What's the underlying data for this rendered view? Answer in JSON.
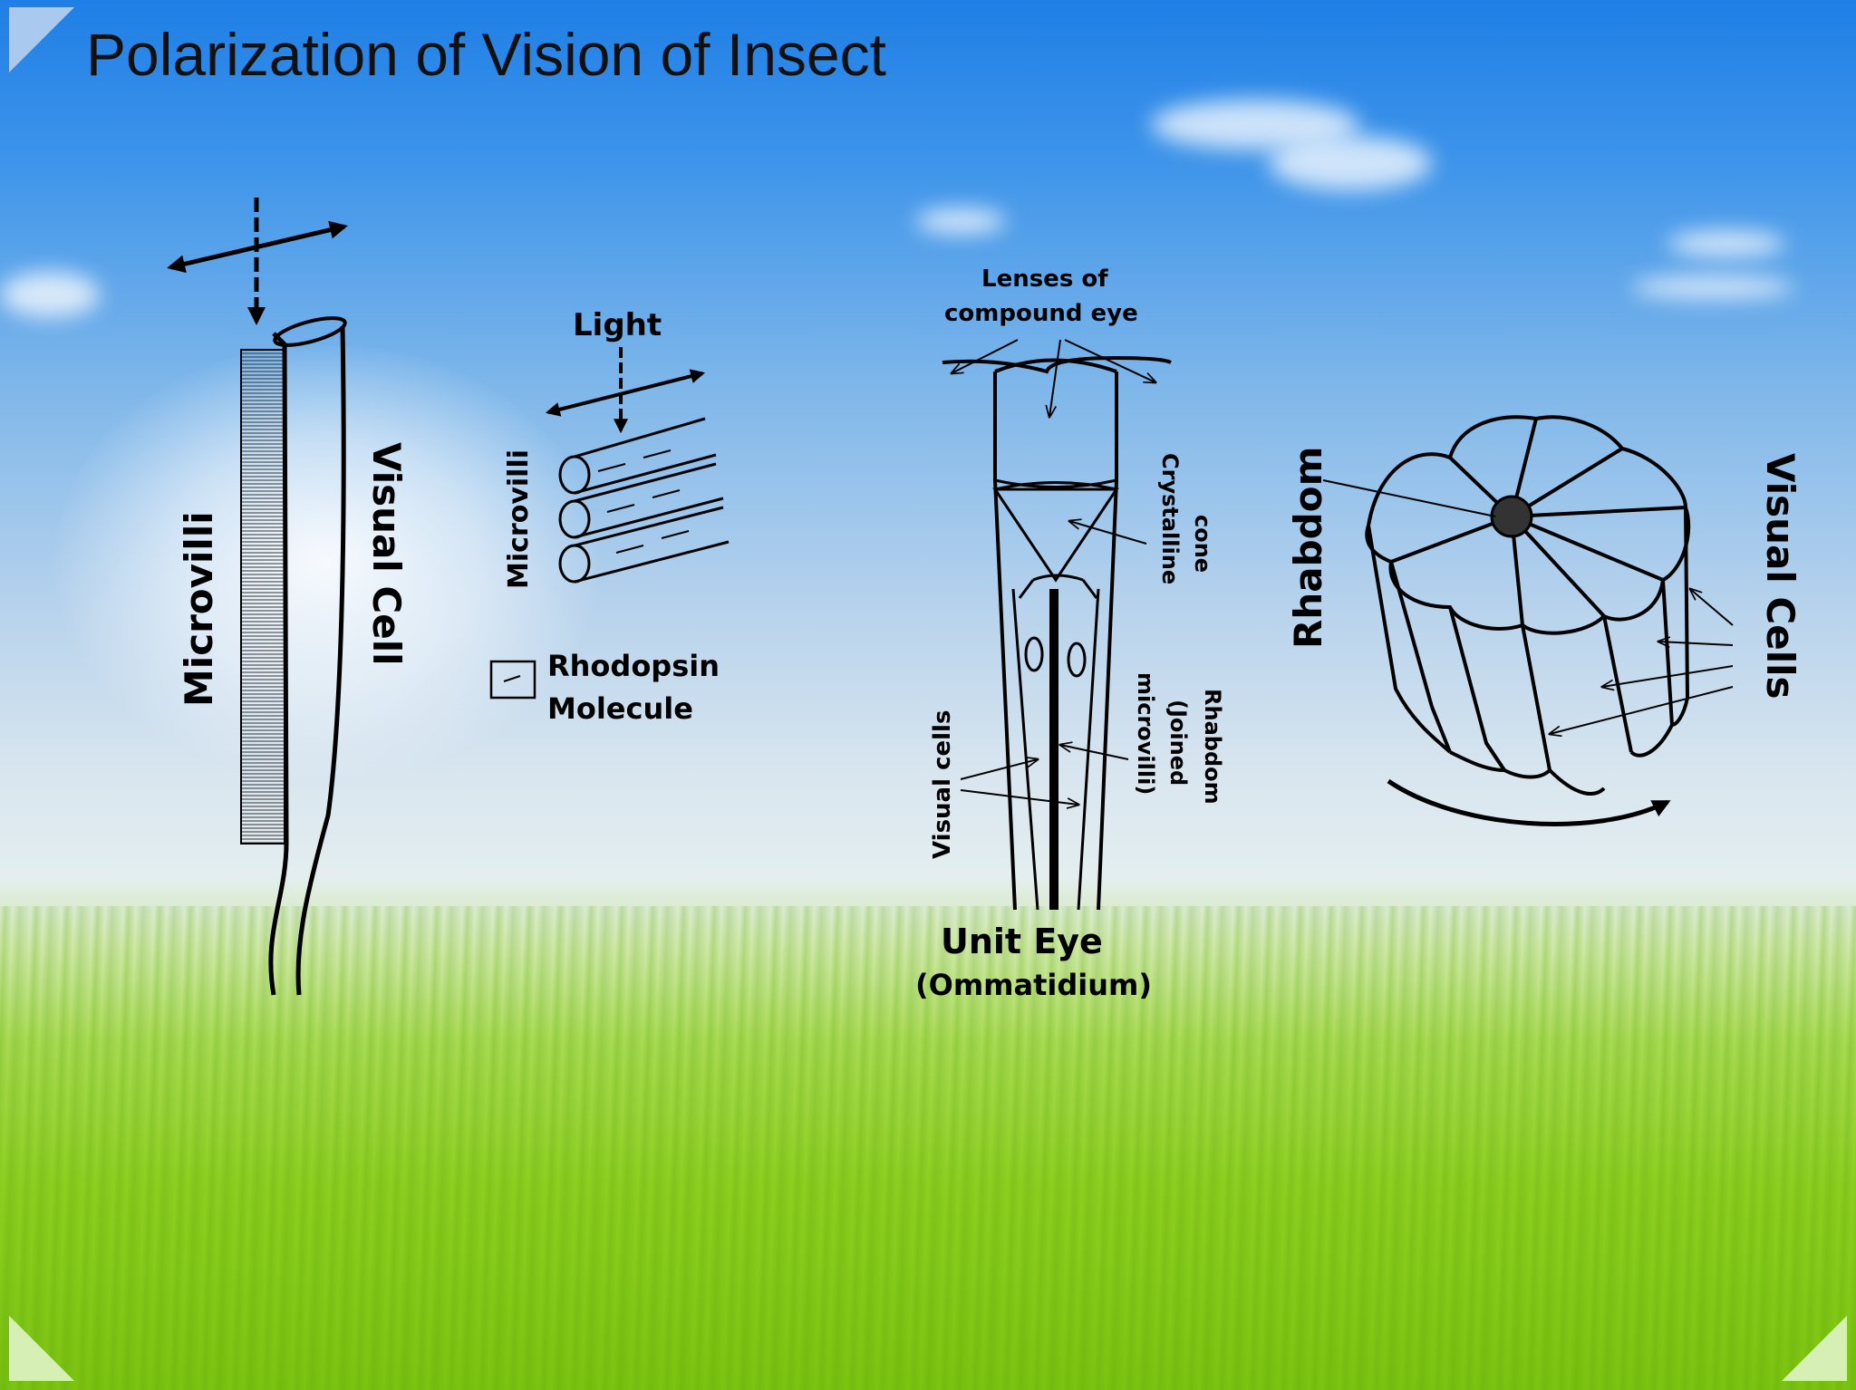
{
  "slide": {
    "title": "Polarization of Vision of Insect"
  },
  "diagram": {
    "visual_cell_panel": {
      "microvilli_label": "Microvilli",
      "visual_cell_label": "Visual Cell"
    },
    "microvilli_panel": {
      "light_label": "Light",
      "microvilli_label": "Microvilli",
      "rhodopsin_line1": "Rhodopsin",
      "rhodopsin_line2": "Molecule"
    },
    "unit_eye_panel": {
      "lenses_line1": "Lenses of",
      "lenses_line2": "compound eye",
      "crystalline_line1": "Crystalline",
      "crystalline_line2": "cone",
      "visual_cells_label": "Visual cells",
      "rhabdom_line1": "Rhabdom",
      "rhabdom_line2": "(Joined",
      "rhabdom_line3": "microvilli)",
      "caption_line1": "Unit Eye",
      "caption_line2": "(Ommatidium)"
    },
    "rhabdom_panel": {
      "rhabdom_label": "Rhabdom",
      "visual_cells_label": "Visual Cells"
    }
  },
  "colors": {
    "ink": "#000000",
    "corner_accent": "#a9c9ee",
    "corner_green": "#d6efb5"
  }
}
